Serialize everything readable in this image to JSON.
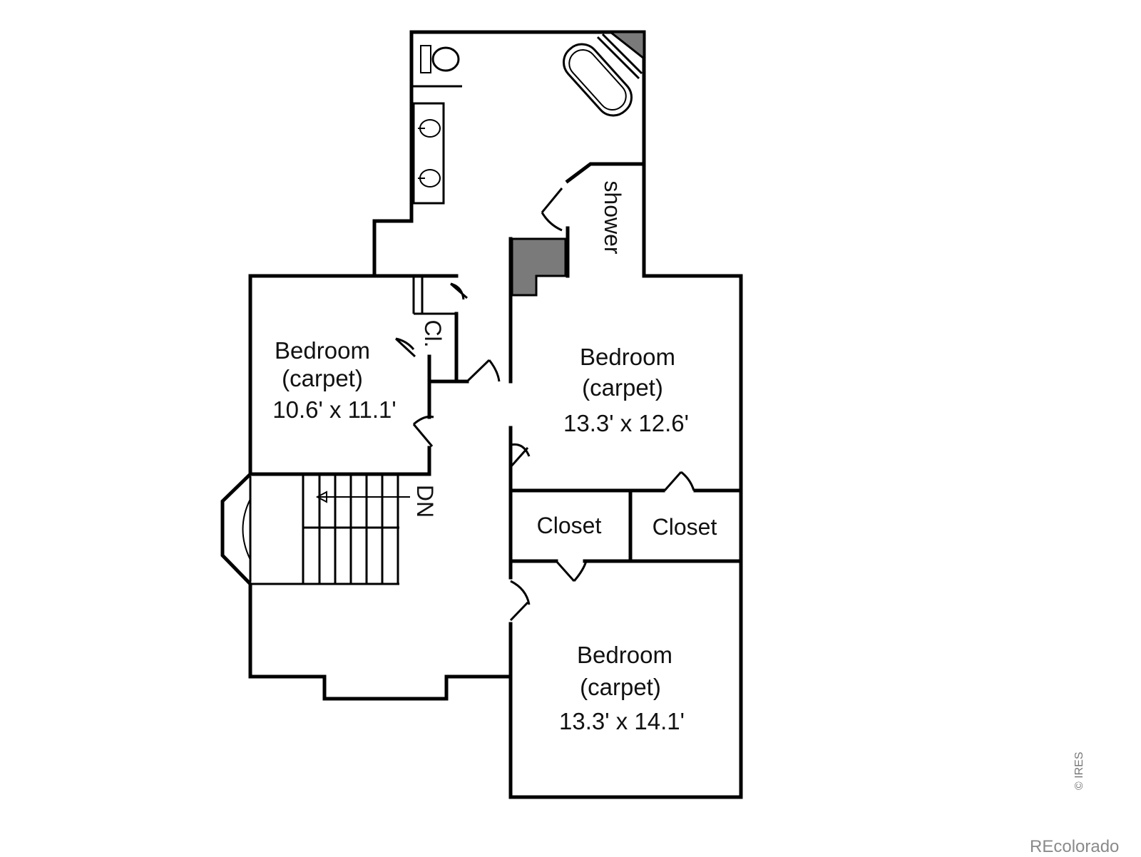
{
  "rooms": [
    {
      "name": "Bedroom",
      "floor": "(carpet)",
      "size": "10.6' x 11.1'"
    },
    {
      "name": "Bedroom",
      "floor": "(carpet)",
      "size": "13.3' x 12.6'"
    },
    {
      "name": "Bedroom",
      "floor": "(carpet)",
      "size": "13.3' x 14.1'"
    }
  ],
  "labels": {
    "closet_left": "Closet",
    "closet_right": "Closet",
    "small_closet": "Cl.",
    "shower": "shower",
    "stairs": "DN"
  },
  "watermark": {
    "ires": "© IRES",
    "recolorado": "REcolorado"
  }
}
